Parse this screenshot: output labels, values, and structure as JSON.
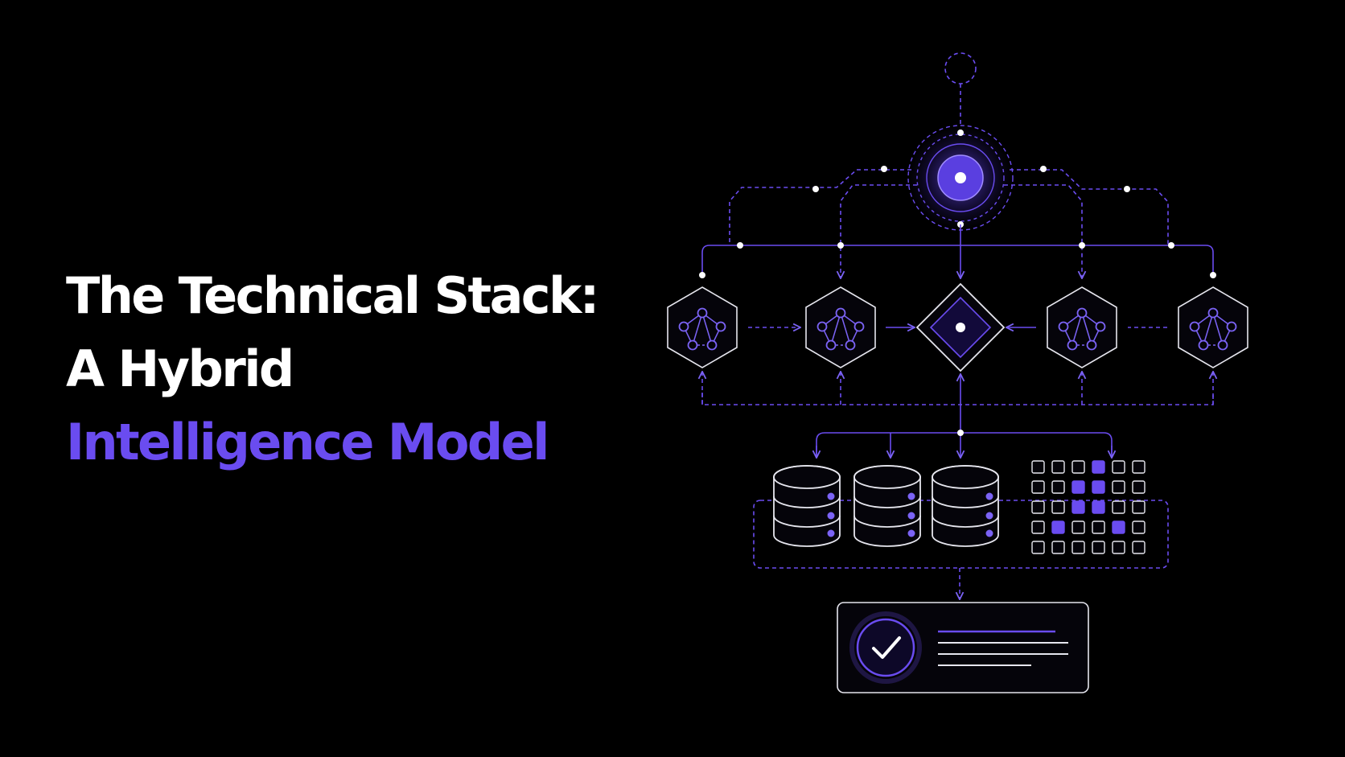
{
  "title": {
    "line1": "The Technical Stack:",
    "line2": "A Hybrid",
    "line3": "Intelligence Model"
  },
  "colors": {
    "background": "#000000",
    "title_text": "#ffffff",
    "accent": "#6a4cf0",
    "line": "#6a4cf0",
    "outline": "#e8e8f0"
  },
  "icons": {
    "hub": "central-ai-core-icon",
    "agent": "agent-network-icon",
    "router": "router-diamond-icon",
    "database": "database-icon",
    "matrix": "feature-grid-icon",
    "output": "checkmark-output-icon"
  },
  "grid": {
    "rows": 5,
    "cols": 6,
    "filled": [
      [
        0,
        3
      ],
      [
        1,
        2
      ],
      [
        1,
        3
      ],
      [
        2,
        2
      ],
      [
        2,
        3
      ],
      [
        3,
        1
      ],
      [
        3,
        4
      ]
    ]
  }
}
